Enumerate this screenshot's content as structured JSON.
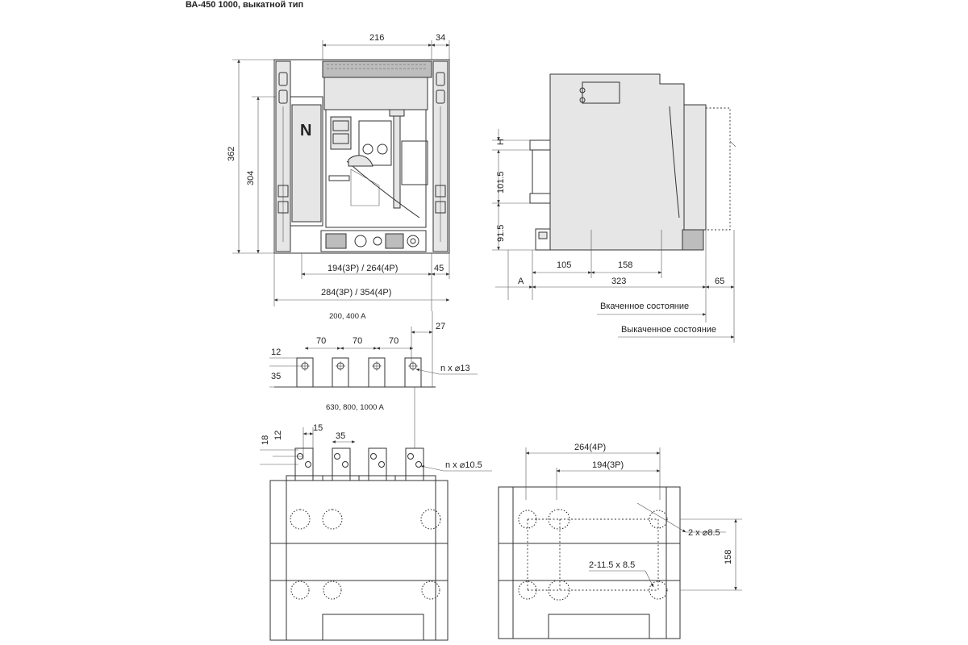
{
  "title": "ВА-450 1000, выкатной тип",
  "front_view": {
    "dim_top_width": "216",
    "dim_top_right": "34",
    "dim_height_total": "362",
    "dim_height_inner": "304",
    "dim_width_inner": "194(3P) / 264(4P)",
    "dim_right_offset": "45",
    "dim_width_total": "284(3P) / 354(4P)",
    "nameplate_letter": "N"
  },
  "side_view": {
    "dim_h": "H",
    "dim_101_5": "101.5",
    "dim_91_5": "91.5",
    "dim_a": "A",
    "dim_105": "105",
    "dim_158": "158",
    "dim_323": "323",
    "dim_65": "65",
    "label_racked_in": "Вкаченное состояние",
    "label_racked_out": "Выкаченное состояние"
  },
  "terminals_small": {
    "caption": "200, 400 A",
    "dim_27": "27",
    "dim_pitch": "70",
    "dim_12": "12",
    "dim_35": "35",
    "hole_label": "n x ⌀13"
  },
  "terminals_large": {
    "caption": "630, 800, 1000 A",
    "dim_18": "18",
    "dim_12": "12",
    "dim_15": "15",
    "dim_35": "35",
    "hole_label": "n x ⌀10.5"
  },
  "mounting_view": {
    "dim_264": "264(4P)",
    "dim_194": "194(3P)",
    "hole_label": "2 x ⌀8.5",
    "slot_label": "2-11.5 x 8.5",
    "dim_158": "158"
  }
}
